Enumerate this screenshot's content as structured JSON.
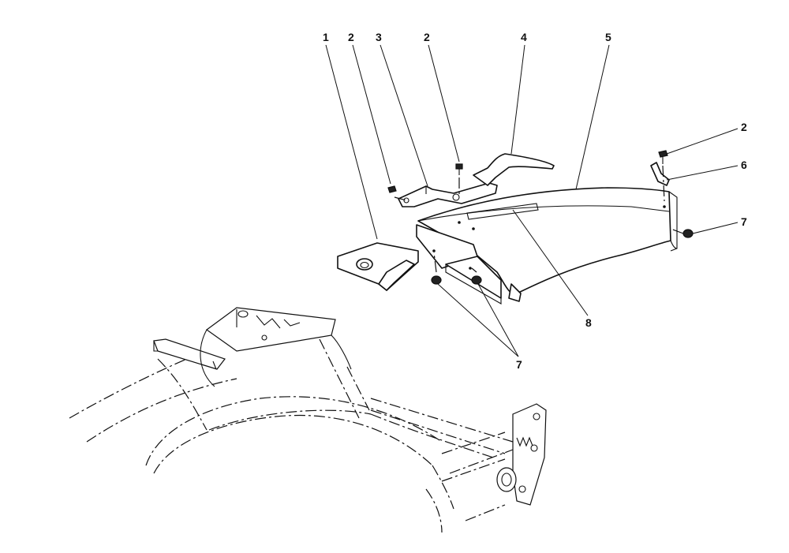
{
  "callouts": {
    "c1": "1",
    "c2a": "2",
    "c3": "3",
    "c2b": "2",
    "c4": "4",
    "c5": "5",
    "c2c": "2",
    "c6": "6",
    "c7a": "7",
    "c8": "8",
    "c7b": "7"
  }
}
